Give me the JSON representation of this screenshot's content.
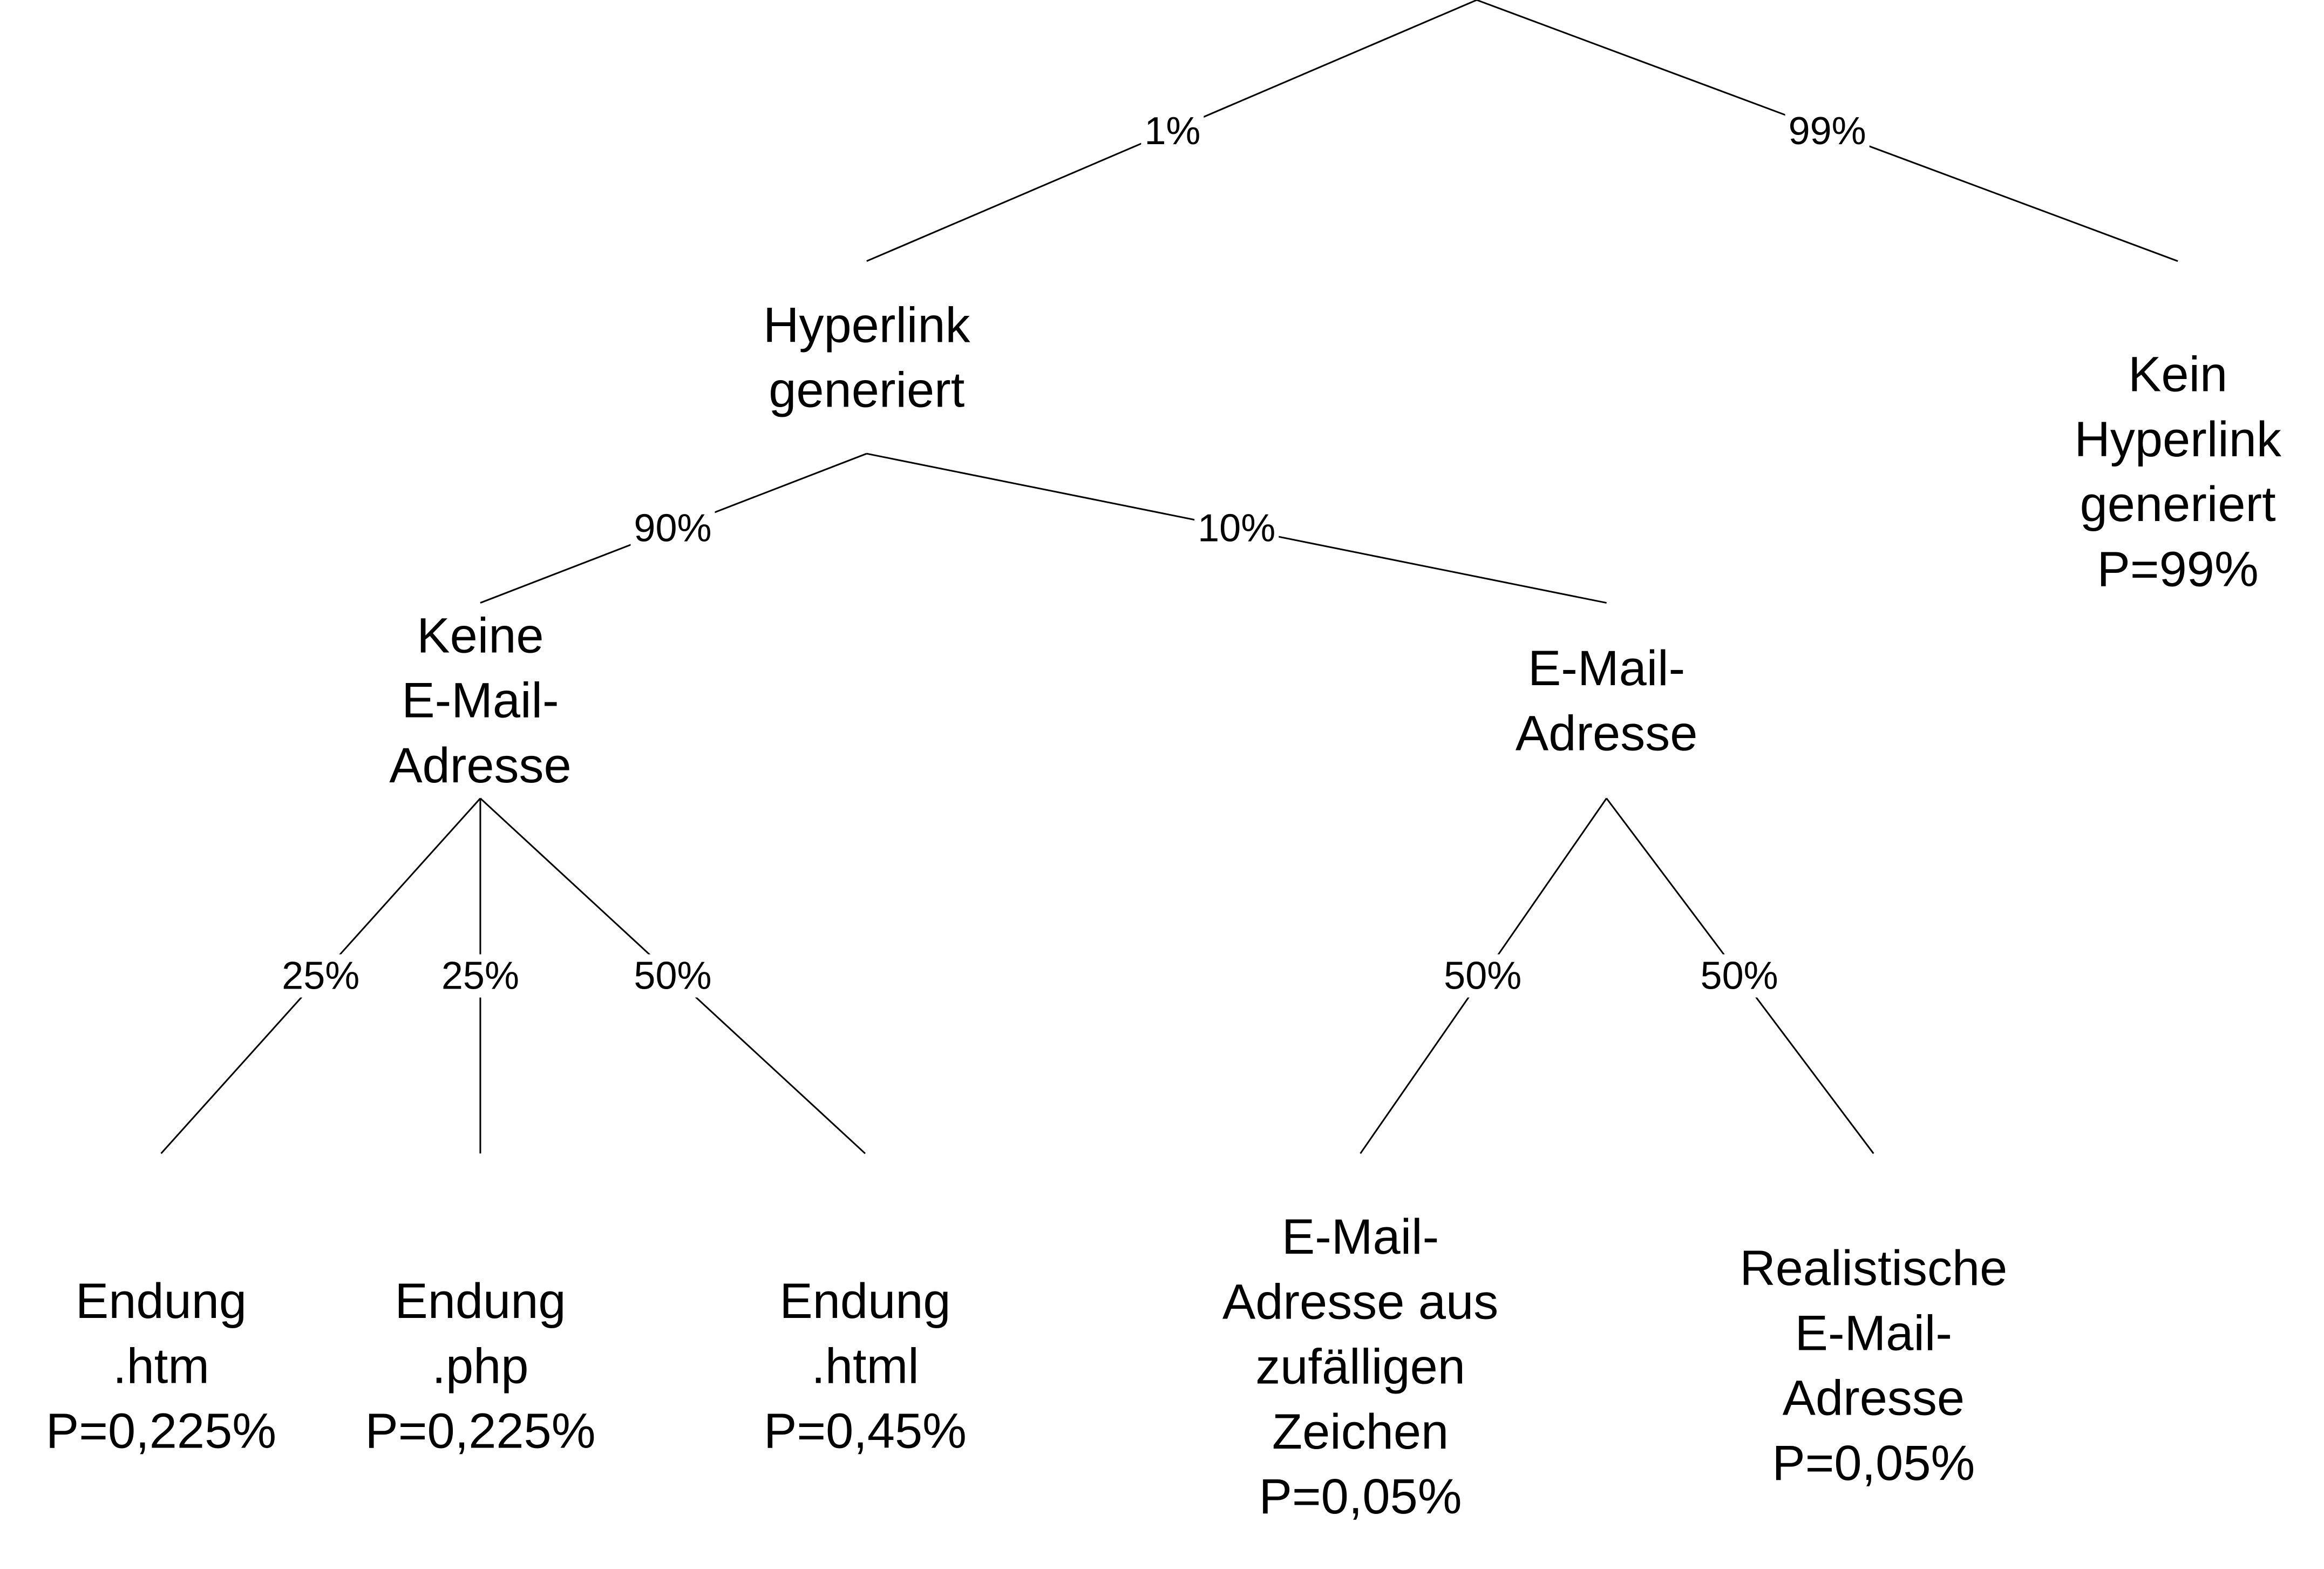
{
  "tree": {
    "nodes": [
      {
        "id": "hyperlink",
        "lines": [
          "Hyperlink",
          "generiert"
        ]
      },
      {
        "id": "kein-hyperlink",
        "lines": [
          "Kein",
          "Hyperlink",
          "generiert",
          "P=99%"
        ]
      },
      {
        "id": "keine-email",
        "lines": [
          "Keine",
          "E-Mail-",
          "Adresse"
        ]
      },
      {
        "id": "email",
        "lines": [
          "E-Mail-",
          "Adresse"
        ]
      },
      {
        "id": "htm",
        "lines": [
          "Endung",
          ".htm",
          "P=0,225%"
        ]
      },
      {
        "id": "php",
        "lines": [
          "Endung",
          ".php",
          "P=0,225%"
        ]
      },
      {
        "id": "html",
        "lines": [
          "Endung",
          ".html",
          "P=0,45%"
        ]
      },
      {
        "id": "zufall",
        "lines": [
          "E-Mail-",
          "Adresse aus",
          "zufälligen",
          "Zeichen",
          "P=0,05%"
        ]
      },
      {
        "id": "realistisch",
        "lines": [
          "Realistische",
          "E-Mail-",
          "Adresse",
          "P=0,05%"
        ]
      }
    ],
    "edges": [
      {
        "id": "root-hyperlink",
        "label": "1%"
      },
      {
        "id": "root-kein",
        "label": "99%"
      },
      {
        "id": "hyperlink-keine",
        "label": "90%"
      },
      {
        "id": "hyperlink-email",
        "label": "10%"
      },
      {
        "id": "keine-htm",
        "label": "25%"
      },
      {
        "id": "keine-php",
        "label": "25%"
      },
      {
        "id": "keine-html",
        "label": "50%"
      },
      {
        "id": "email-zufall",
        "label": "50%"
      },
      {
        "id": "email-realistisch",
        "label": "50%"
      }
    ]
  }
}
